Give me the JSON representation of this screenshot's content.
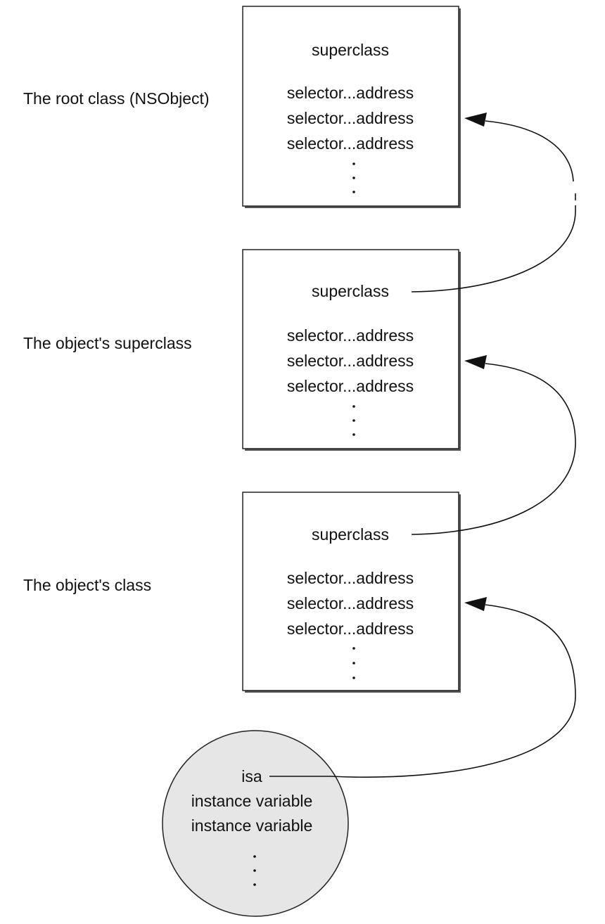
{
  "labels": {
    "root_class": "The root class (NSObject)",
    "superclass": "The object's superclass",
    "object_class": "The object's class"
  },
  "root_box": {
    "superclass": "superclass",
    "rows": [
      "selector...address",
      "selector...address",
      "selector...address"
    ]
  },
  "superclass_box": {
    "superclass": "superclass",
    "rows": [
      "selector...address",
      "selector...address",
      "selector...address"
    ]
  },
  "class_box": {
    "superclass": "superclass",
    "rows": [
      "selector...address",
      "selector...address",
      "selector...address"
    ]
  },
  "instance": {
    "isa": "isa",
    "rows": [
      "instance variable",
      "instance variable"
    ]
  }
}
